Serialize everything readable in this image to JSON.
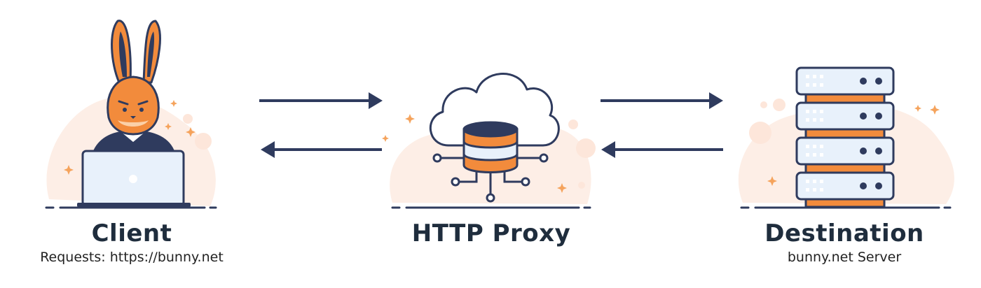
{
  "diagram": {
    "nodes": [
      {
        "id": "client",
        "title": "Client",
        "subtitle": "Requests: https://bunny.net"
      },
      {
        "id": "proxy",
        "title": "HTTP Proxy",
        "subtitle": ""
      },
      {
        "id": "destination",
        "title": "Destination",
        "subtitle": "bunny.net Server"
      }
    ],
    "edges": [
      {
        "from": "client",
        "to": "proxy"
      },
      {
        "from": "proxy",
        "to": "client"
      },
      {
        "from": "proxy",
        "to": "destination"
      },
      {
        "from": "destination",
        "to": "proxy"
      }
    ]
  },
  "colors": {
    "navy": "#2f3b5e",
    "orange": "#f28b3c",
    "light_blue": "#e8f1fb",
    "blob_peach": "#fdeee6",
    "sparkle": "#f5a35c"
  },
  "icons": {
    "client": "bunny-user-laptop-icon",
    "proxy": "cloud-database-icon",
    "destination": "server-rack-icon"
  }
}
